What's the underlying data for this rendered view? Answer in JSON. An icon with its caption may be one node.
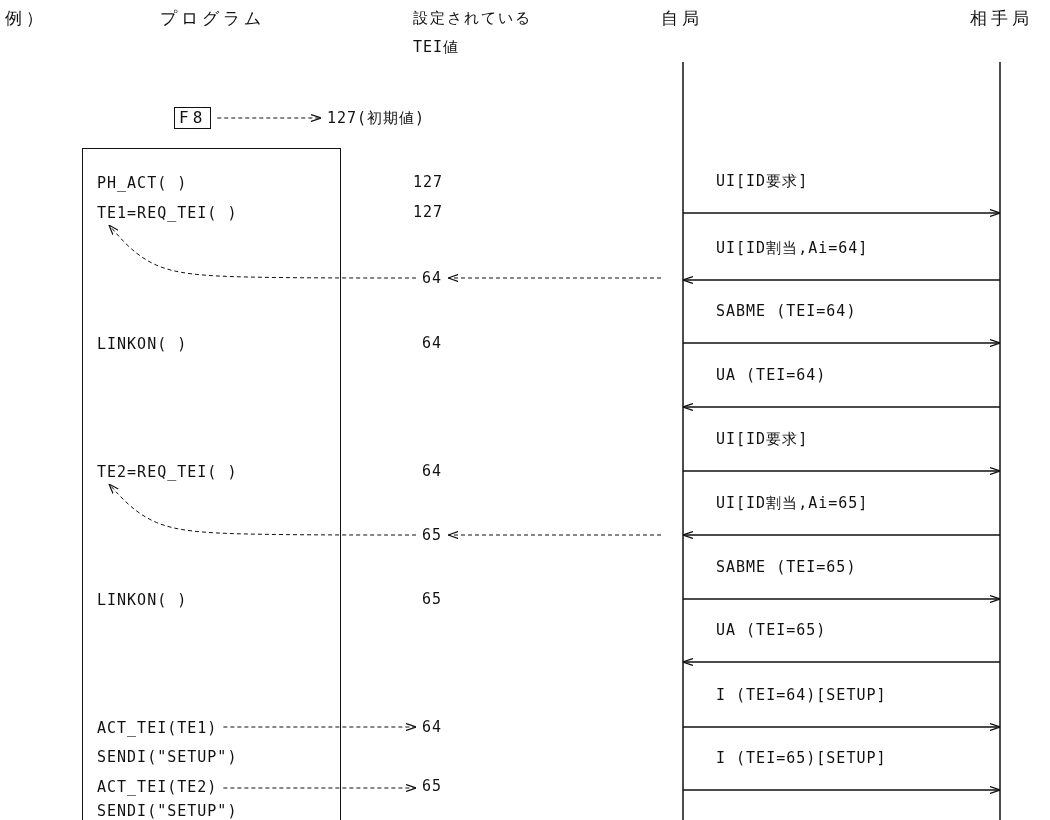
{
  "diagram": {
    "nodes": [
      {
        "text": [
          "自局"
        ]
      },
      {
        "text": [
          "相手局"
        ]
      },
      {
        "text": [
          "F8"
        ]
      },
      {
        "text": [
          "127(初期値)"
        ]
      },
      {
        "text": [],
        "shape": "box"
      },
      {
        "text": [
          "PH_ACT( )"
        ],
        "in": 4
      },
      {
        "text": [
          "TE1=REQ_TEI( )"
        ],
        "in": 4
      },
      {
        "text": [
          "LINKON( )"
        ],
        "in": 4
      },
      {
        "text": [
          "TE2=REQ_TEI( )"
        ],
        "in": 4
      },
      {
        "text": [
          "LINKON( )"
        ],
        "in": 4
      },
      {
        "text": [
          "ACT_TEI(TE1)"
        ],
        "in": 4
      },
      {
        "text": [
          "SENDI(\"SETUP\")"
        ],
        "in": 4
      },
      {
        "text": [
          "ACT_TEI(TE2)"
        ],
        "in": 4
      },
      {
        "text": [
          "SENDI(\"SETUP\")"
        ],
        "in": 4
      },
      {
        "text": [
          "64"
        ]
      },
      {
        "text": [
          "65"
        ]
      },
      {
        "text": [
          "64"
        ]
      },
      {
        "text": [
          "65"
        ]
      }
    ],
    "edges": [
      {
        "from": 2,
        "to": 3,
        "arrow": "to",
        "style": "dashed"
      },
      {
        "from": 0,
        "to": 1,
        "arrow": "to",
        "label": "UI[ID要求]"
      },
      {
        "from": 1,
        "to": 0,
        "arrow": "to",
        "label": "UI[ID割当,Ai=64]"
      },
      {
        "from": 0,
        "to": 1,
        "arrow": "to",
        "label": "SABME (TEI=64)"
      },
      {
        "from": 1,
        "to": 0,
        "arrow": "to",
        "label": "UA (TEI=64)"
      },
      {
        "from": 0,
        "to": 1,
        "arrow": "to",
        "label": "UI[ID要求]"
      },
      {
        "from": 1,
        "to": 0,
        "arrow": "to",
        "label": "UI[ID割当,Ai=65]"
      },
      {
        "from": 0,
        "to": 1,
        "arrow": "to",
        "label": "SABME (TEI=65)"
      },
      {
        "from": 1,
        "to": 0,
        "arrow": "to",
        "label": "UA (TEI=65)"
      },
      {
        "from": 0,
        "to": 1,
        "arrow": "to",
        "label": "I (TEI=64)[SETUP]"
      },
      {
        "from": 0,
        "to": 1,
        "arrow": "to",
        "label": "I (TEI=65)[SETUP]"
      },
      {
        "from": 0,
        "to": 14,
        "arrow": "to",
        "style": "dashed"
      },
      {
        "from": 14,
        "to": 6,
        "arrow": "to",
        "style": "dashed"
      },
      {
        "from": 0,
        "to": 15,
        "arrow": "to",
        "style": "dashed"
      },
      {
        "from": 15,
        "to": 8,
        "arrow": "to",
        "style": "dashed"
      },
      {
        "from": 10,
        "to": 16,
        "arrow": "to",
        "style": "dashed"
      },
      {
        "from": 12,
        "to": 17,
        "arrow": "to",
        "style": "dashed"
      }
    ],
    "labels": [
      "例）",
      "プログラム",
      "設定されている",
      "TEI値",
      "127",
      "127",
      "64",
      "64",
      "65"
    ]
  }
}
